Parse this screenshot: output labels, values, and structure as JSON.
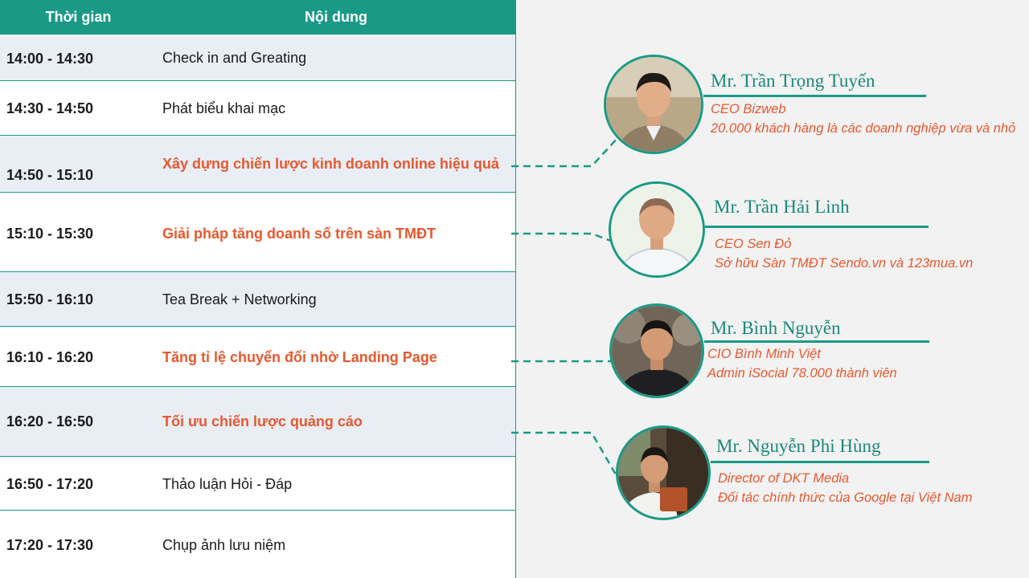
{
  "colors": {
    "teal": "#1a9a86",
    "orange": "#e8582e",
    "row_shade": "#e9eef5",
    "background": "#f2f2f2"
  },
  "header": {
    "time_label": "Thời gian",
    "content_label": "Nội dung"
  },
  "agenda": [
    {
      "time": "14:00 - 14:30",
      "content": "Check in and Greating",
      "highlight": false
    },
    {
      "time": "14:30 - 14:50",
      "content": "Phát biểu khai mạc",
      "highlight": false
    },
    {
      "time": "14:50 - 15:10",
      "content": "Xây dựng chiến lược kinh doanh online hiệu quả",
      "highlight": true
    },
    {
      "time": "15:10 - 15:30",
      "content": "Giải pháp tăng doanh số trên sàn TMĐT",
      "highlight": true
    },
    {
      "time": "15:50 - 16:10",
      "content": "Tea Break + Networking",
      "highlight": false
    },
    {
      "time": "16:10 - 16:20",
      "content": "Tăng tỉ lệ chuyển đổi nhờ Landing Page",
      "highlight": true
    },
    {
      "time": "16:20 - 16:50",
      "content": "Tối ưu chiến lược quảng cáo",
      "highlight": true
    },
    {
      "time": "16:50 - 17:20",
      "content": "Thảo luận Hỏi - Đáp",
      "highlight": false
    },
    {
      "time": "17:20 - 17:30",
      "content": "Chụp ảnh lưu niệm",
      "highlight": false
    }
  ],
  "speakers": [
    {
      "name": "Mr. Trần Trọng Tuyến",
      "info1": "CEO Bizweb",
      "info2": "20.000 khách hàng là các doanh nghiệp vừa và nhỏ"
    },
    {
      "name": "Mr. Trần Hải Linh",
      "info1": "CEO Sen Đỏ",
      "info2": "Sở hữu Sàn TMĐT Sendo.vn và 123mua.vn"
    },
    {
      "name": "Mr. Bình Nguyễn",
      "info1": "CIO Bình Minh Việt",
      "info2": "Admin iSocial 78.000 thành viên"
    },
    {
      "name": "Mr. Nguyễn Phi Hùng",
      "info1": "Director of DKT Media",
      "info2": "Đối tác chính thức của Google tại Việt Nam"
    }
  ]
}
